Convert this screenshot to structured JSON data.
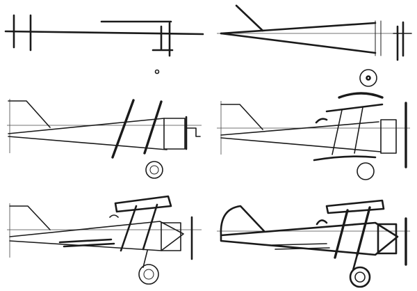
{
  "steps": [
    {
      "id": "step-1"
    },
    {
      "id": "step-2"
    },
    {
      "id": "step-3"
    },
    {
      "id": "step-4"
    },
    {
      "id": "step-5"
    },
    {
      "id": "step-6"
    }
  ],
  "colors": {
    "ink": "#1a1a1a",
    "background": "#ffffff"
  },
  "subject": "biplane-drawing-tutorial"
}
